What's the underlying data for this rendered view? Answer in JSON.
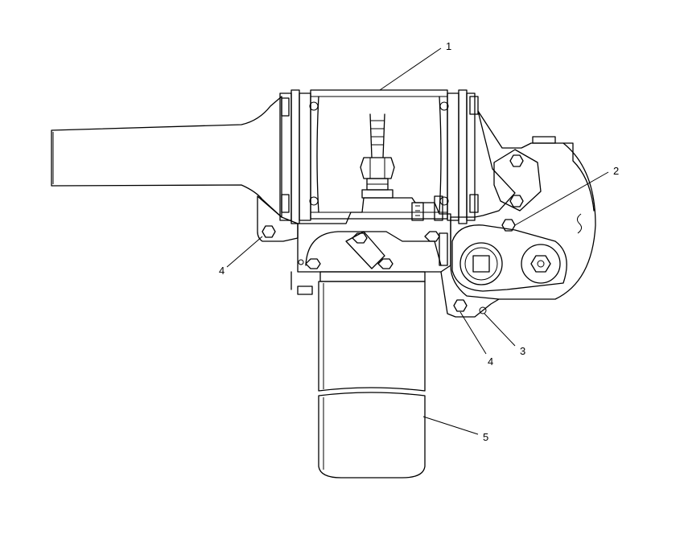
{
  "callouts": [
    {
      "id": "c1",
      "label": "1"
    },
    {
      "id": "c2",
      "label": "2"
    },
    {
      "id": "c3",
      "label": "3"
    },
    {
      "id": "c4a",
      "label": "4"
    },
    {
      "id": "c4b",
      "label": "4"
    },
    {
      "id": "c5",
      "label": "5"
    }
  ],
  "colors": {
    "line": "#000000",
    "background": "#ffffff"
  }
}
